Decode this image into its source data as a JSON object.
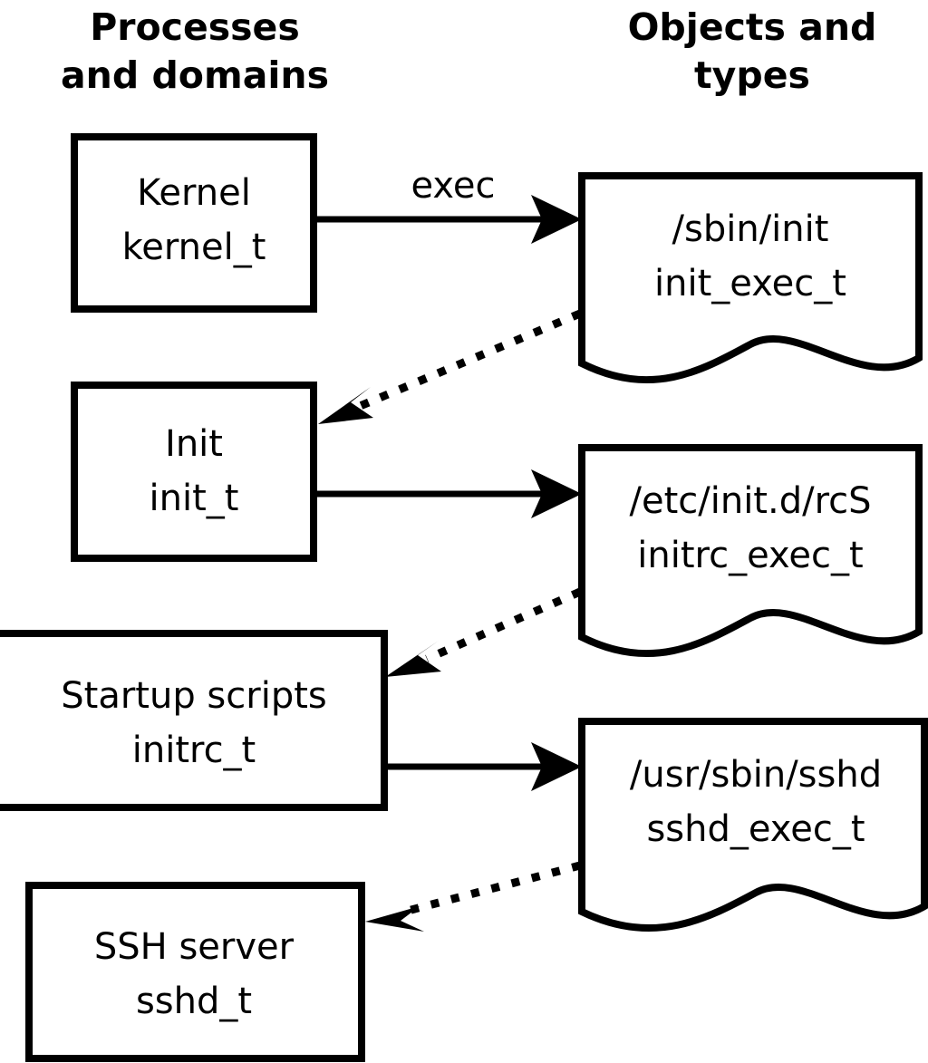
{
  "diagram": {
    "title_left": "Processes\nand domains",
    "columns": [
      {
        "id": "left",
        "line1": "Processes",
        "line2": "and domains"
      },
      {
        "id": "right",
        "line1": "Objects and",
        "line2": "types"
      }
    ],
    "process_nodes": [
      {
        "id": "kernel",
        "line1": "Kernel",
        "line2": "kernel_t"
      },
      {
        "id": "init",
        "line1": "Init",
        "line2": "init_t"
      },
      {
        "id": "initrc",
        "line1": "Startup scripts",
        "line2": "initrc_t"
      },
      {
        "id": "sshd",
        "line1": "SSH server",
        "line2": "sshd_t"
      }
    ],
    "object_nodes": [
      {
        "id": "init_exec",
        "line1": "/sbin/init",
        "line2": "init_exec_t"
      },
      {
        "id": "initrc_exec",
        "line1": "/etc/init.d/rcS",
        "line2": "initrc_exec_t"
      },
      {
        "id": "sshd_exec",
        "line1": "/usr/sbin/sshd",
        "line2": "sshd_exec_t"
      }
    ],
    "edges": [
      {
        "id": "kernel-exec-init_exec",
        "label": "exec",
        "style": "solid",
        "from": "kernel",
        "to": "init_exec"
      },
      {
        "id": "init_exec-transition-init",
        "label": "",
        "style": "dotted",
        "from": "init_exec",
        "to": "init"
      },
      {
        "id": "init-exec-initrc_exec",
        "label": "",
        "style": "solid",
        "from": "init",
        "to": "initrc_exec"
      },
      {
        "id": "initrc_exec-transition-initrc",
        "label": "",
        "style": "dotted",
        "from": "initrc_exec",
        "to": "initrc"
      },
      {
        "id": "initrc-exec-sshd_exec",
        "label": "",
        "style": "solid",
        "from": "initrc",
        "to": "sshd_exec"
      },
      {
        "id": "sshd_exec-transition-sshd",
        "label": "",
        "style": "dotted",
        "from": "sshd_exec",
        "to": "sshd"
      }
    ],
    "colors": {
      "stroke": "#000000",
      "fill": "#ffffff",
      "background": "#ffffff"
    }
  }
}
